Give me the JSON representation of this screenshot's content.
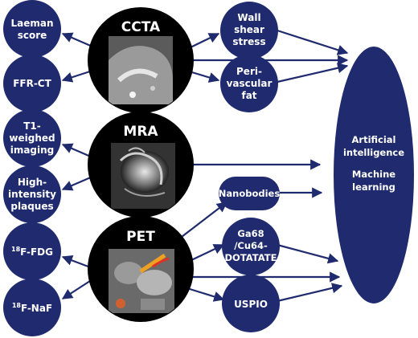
{
  "modalities": {
    "ccta": "CCTA",
    "mra": "MRA",
    "pet": "PET"
  },
  "left_nodes": {
    "laeman": [
      "Laeman",
      "score"
    ],
    "ffrct": [
      "FFR-CT"
    ],
    "t1": [
      "T1-",
      "weighed",
      "imaging"
    ],
    "hip": [
      "High-",
      "intensity",
      "plaques"
    ],
    "fdg": {
      "sup": "18",
      "main": "F-FDG"
    },
    "naf": {
      "sup": "18",
      "main": "F-NaF"
    }
  },
  "right_nodes": {
    "wss": [
      "Wall",
      "shear",
      "stress"
    ],
    "pvf": [
      "Peri-",
      "vascular",
      "fat"
    ],
    "nano": [
      "Nanobodies"
    ],
    "ga68": [
      "Ga68",
      "/Cu64-",
      "DOTATATE"
    ],
    "uspio": [
      "USPIO"
    ]
  },
  "ai_node": {
    "line1": "Artificial",
    "line2": "intelligence",
    "line3": "Machine",
    "line4": "learning"
  },
  "colors": {
    "node_fill": "#1f2b6e",
    "arrow": "#1f2b6e",
    "modality_fill": "#000000"
  }
}
